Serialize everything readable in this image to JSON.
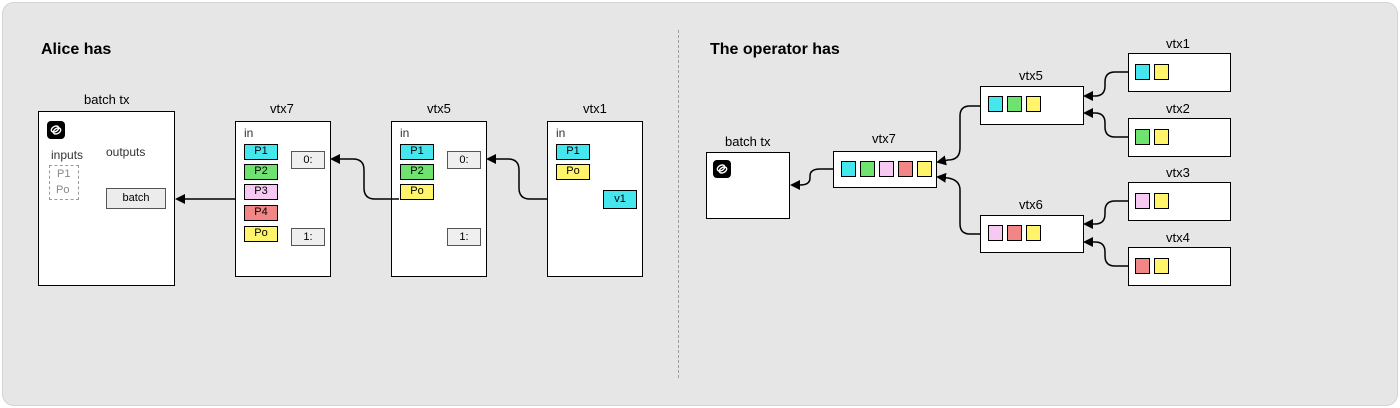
{
  "colors": {
    "cyan": "#45e6ee",
    "green": "#6fe36f",
    "pink": "#f6c8f2",
    "red": "#f28585",
    "yellow": "#fff46a",
    "panel": "#e6e6e6"
  },
  "alice": {
    "title": "Alice has",
    "batch": {
      "label": "batch tx",
      "logo_icon": "ark-logo-icon",
      "inputs_label": "inputs",
      "outputs_label": "outputs",
      "ghost_inputs": [
        "P1",
        "Po"
      ],
      "batch_button": "batch"
    },
    "vtx7": {
      "label": "vtx7",
      "in_label": "in",
      "inputs": [
        {
          "text": "P1",
          "color": "cyan"
        },
        {
          "text": "P2",
          "color": "green"
        },
        {
          "text": "P3",
          "color": "pink"
        },
        {
          "text": "P4",
          "color": "red"
        },
        {
          "text": "Po",
          "color": "yellow"
        }
      ],
      "outputs": [
        "0:",
        "1:"
      ]
    },
    "vtx5": {
      "label": "vtx5",
      "in_label": "in",
      "inputs": [
        {
          "text": "P1",
          "color": "cyan"
        },
        {
          "text": "P2",
          "color": "green"
        },
        {
          "text": "Po",
          "color": "yellow"
        }
      ],
      "outputs": [
        "0:",
        "1:"
      ]
    },
    "vtx1": {
      "label": "vtx1",
      "in_label": "in",
      "inputs": [
        {
          "text": "P1",
          "color": "cyan"
        },
        {
          "text": "Po",
          "color": "yellow"
        }
      ],
      "output": "v1"
    }
  },
  "operator": {
    "title": "The operator has",
    "batch": {
      "label": "batch tx",
      "logo_icon": "ark-logo-icon"
    },
    "vtx7": {
      "label": "vtx7",
      "squares": [
        "cyan",
        "green",
        "pink",
        "red",
        "yellow"
      ]
    },
    "vtx5": {
      "label": "vtx5",
      "squares": [
        "cyan",
        "green",
        "yellow"
      ]
    },
    "vtx6": {
      "label": "vtx6",
      "squares": [
        "pink",
        "red",
        "yellow"
      ]
    },
    "vtx1": {
      "label": "vtx1",
      "squares": [
        "cyan",
        "yellow"
      ]
    },
    "vtx2": {
      "label": "vtx2",
      "squares": [
        "green",
        "yellow"
      ]
    },
    "vtx3": {
      "label": "vtx3",
      "squares": [
        "pink",
        "yellow"
      ]
    },
    "vtx4": {
      "label": "vtx4",
      "squares": [
        "red",
        "yellow"
      ]
    }
  }
}
